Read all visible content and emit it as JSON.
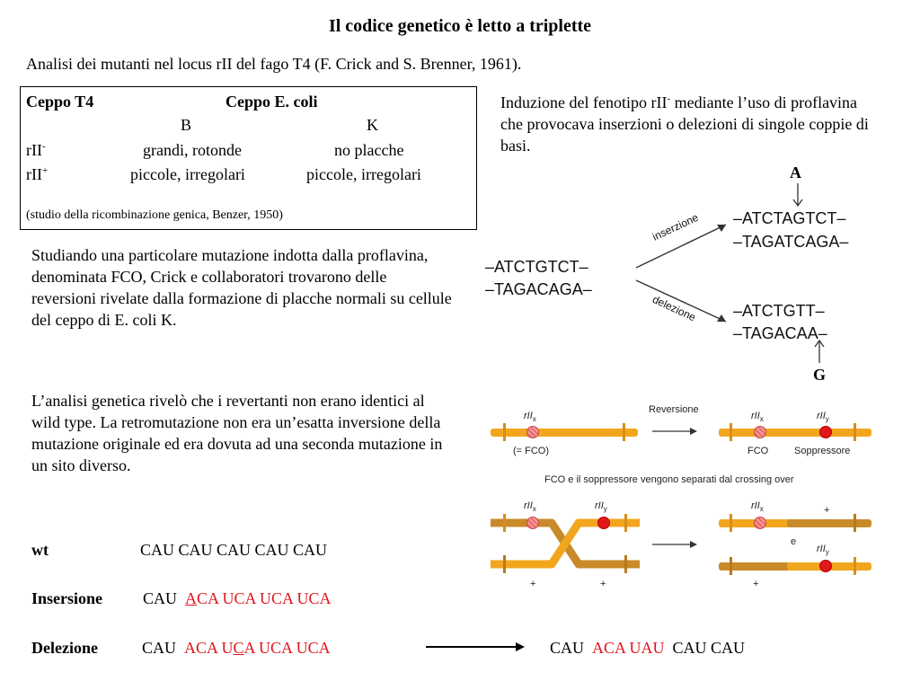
{
  "title": "Il codice genetico è letto a triplette",
  "subtitle": "Analisi dei mutanti nel locus rII del fago T4 (F. Crick and S. Brenner, 1961).",
  "table": {
    "h_t4": "Ceppo T4",
    "h_ecoli": "Ceppo E. coli",
    "col_b": "B",
    "col_k": "K",
    "r1_label": "rII",
    "r1_sup": "-",
    "r1_b": "grandi, rotonde",
    "r1_k": "no placche",
    "r2_label": "rII",
    "r2_sup": "+",
    "r2_b": "piccole, irregolari",
    "r2_k": "piccole, irregolari",
    "note": "(studio della ricombinazione genica, Benzer, 1950)"
  },
  "induzione": {
    "a": "Induzione del fenotipo rII",
    "sup": "-",
    "b": " mediante l’uso di proflavina che provocava inserzioni o delezioni di singole coppie di basi."
  },
  "para1": "Studiando una particolare mutazione indotta dalla proflavina, denominata FCO, Crick e collaboratori trovarono delle reversioni rivelate dalla formazione di placche normali su cellule del ceppo di E. coli K.",
  "para2": "L’analisi genetica rivelò che i revertanti non erano identici al wild type. La retromutazione non era un’esatta inversione della mutazione originale ed era dovuta ad una seconda mutazione in un sito diverso.",
  "seq": {
    "wt_label": "wt",
    "wt_seq": "CAU  CAU  CAU  CAU  CAU",
    "ins_label": "Insersione",
    "ins_c1": "CAU",
    "ins_a": "A",
    "ins_rest": "CA  UCA  UCA  UCA",
    "del_label": "Delezione",
    "del_c1": "CAU",
    "del_r1": "ACA  U",
    "del_c": "C",
    "del_r2": "A  UCA  UCA",
    "res_c1": "CAU",
    "res_red": "ACA  UAU",
    "res_end": "CAU  CAU"
  },
  "dna": {
    "orig_top": "–ATCTGTCT–",
    "orig_bot": "–TAGACAGA–",
    "ins_top": "–ATCTAGTCT–",
    "ins_bot": "–TAGATCAGA–",
    "del_top": "–ATCTGTT–",
    "del_bot": "–TAGACAA–",
    "ins_arrow": "inserzione",
    "del_arrow": "delezione",
    "letter_a": "A",
    "letter_g": "G"
  },
  "genetics": {
    "reversione": "Reversione",
    "fco_eq": "(= FCO)",
    "fco": "FCO",
    "soppressore": "Soppressore",
    "crossing": "FCO e il soppressore vengono separati dal crossing over",
    "r": "rII",
    "sx": "x",
    "sy": "y",
    "plus": "+",
    "e": "e"
  },
  "colors": {
    "red": "#e0141b",
    "chromosome_light": "#f2a61e",
    "chromosome_dark": "#c98a2a"
  }
}
